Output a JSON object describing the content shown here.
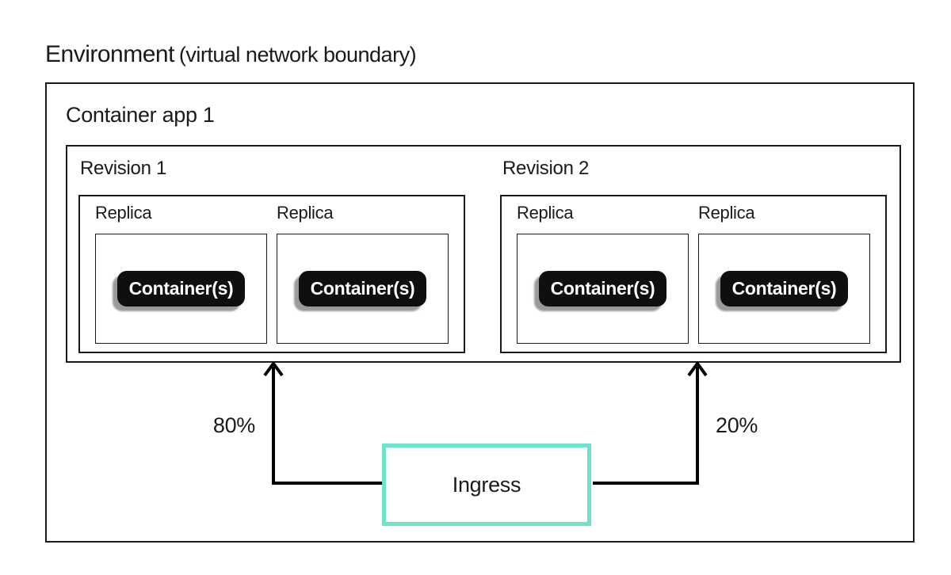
{
  "title": {
    "main": "Environment",
    "suffix": "(virtual network boundary)"
  },
  "container_app": {
    "label": "Container app 1"
  },
  "revisions": [
    {
      "label": "Revision 1",
      "traffic_share": "80%",
      "replicas": [
        {
          "label": "Replica",
          "container_badge": "Container(s)"
        },
        {
          "label": "Replica",
          "container_badge": "Container(s)"
        }
      ]
    },
    {
      "label": "Revision 2",
      "traffic_share": "20%",
      "replicas": [
        {
          "label": "Replica",
          "container_badge": "Container(s)"
        },
        {
          "label": "Replica",
          "container_badge": "Container(s)"
        }
      ]
    }
  ],
  "ingress": {
    "label": "Ingress"
  },
  "colors": {
    "background": "#ffffff",
    "box_border": "#1a1a1a",
    "line": "#000000",
    "ingress_border": "#6ce3cb",
    "badge_background": "#0f0f0f",
    "badge_text": "#ffffff",
    "badge_shadow": "#9a9a9a"
  }
}
